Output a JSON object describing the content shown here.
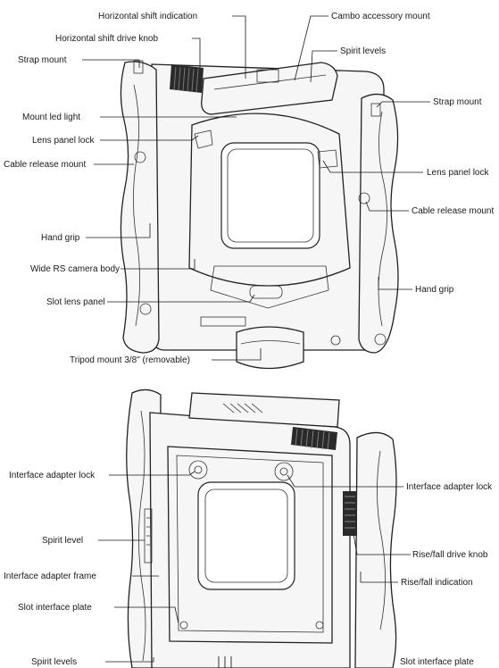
{
  "labels": {
    "horizontal_shift_indication": "Horizontal shift indication",
    "cambo_accessory_mount": "Cambo accessory mount",
    "horizontal_shift_drive_knob": "Horizontal shift drive knob",
    "spirit_levels_top": "Spirit levels",
    "strap_mount_left": "Strap mount",
    "strap_mount_right": "Strap mount",
    "mount_led_light": "Mount led light",
    "lens_panel_lock_left": "Lens panel lock",
    "lens_panel_lock_right": "Lens panel lock",
    "cable_release_mount_left": "Cable release mount",
    "cable_release_mount_right": "Cable release mount",
    "hand_grip_left": "Hand grip",
    "hand_grip_right": "Hand grip",
    "wide_rs_camera_body": "Wide RS camera body",
    "slot_lens_panel": "Slot lens panel",
    "tripod_mount": "Tripod mount 3/8\" (removable)",
    "interface_adapter_lock_left": "Interface adapter lock",
    "interface_adapter_lock_right": "Interface adapter lock",
    "spirit_level": "Spirit level",
    "rise_fall_drive_knob": "Rise/fall drive knob",
    "interface_adapter_frame": "Interface adapter frame",
    "rise_fall_indication": "Rise/fall indication",
    "slot_interface_plate_left": "Slot interface plate",
    "slot_interface_plate_right": "Slot interface plate",
    "spirit_levels_bottom": "Spirit levels"
  }
}
